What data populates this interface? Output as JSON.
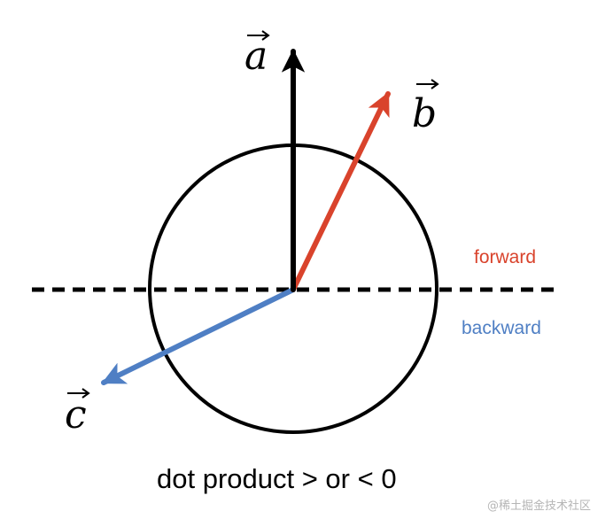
{
  "labels": {
    "vector_a": "a",
    "vector_b": "b",
    "vector_c": "c",
    "forward": "forward",
    "backward": "backward"
  },
  "caption": "dot product > or < 0",
  "watermark": "@稀土掘金技术社区",
  "colors": {
    "vector_a": "#000000",
    "vector_b": "#d9432c",
    "vector_c": "#4f7fc4",
    "forward": "#d9432c",
    "backward": "#4f7fc4",
    "circle": "#000000",
    "divider": "#000000"
  }
}
